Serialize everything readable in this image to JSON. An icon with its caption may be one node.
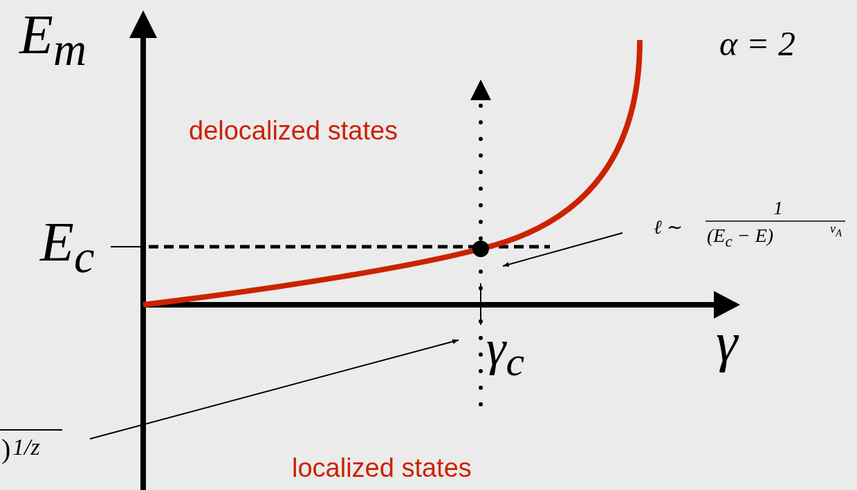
{
  "diagram": {
    "nodes": [
      {
        "text": [
          "ℓ ∼",
          "1",
          "(E$_{c}$ − E)",
          "ν$_{A}$"
        ]
      },
      {
        "text": [
          ")",
          "1/z"
        ]
      }
    ],
    "edges": [
      {
        "from": 0,
        "to": null,
        "arrow": "to"
      },
      {
        "from": 1,
        "to": null,
        "arrow": "to"
      }
    ],
    "labels": [
      "E$_{m}$",
      "α = 2",
      "delocalized states",
      "E$_{c}$",
      "γ",
      "γ$_{c}$",
      "localized states"
    ]
  }
}
